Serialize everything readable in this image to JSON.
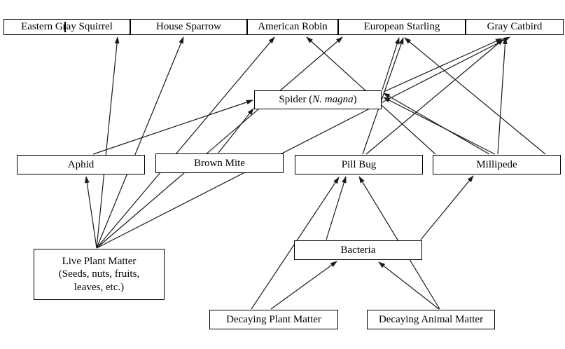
{
  "diagram": {
    "type": "food-web",
    "nodes": {
      "squirrel": {
        "label": "Eastern Gray Squirrel"
      },
      "sparrow": {
        "label": "House Sparrow"
      },
      "robin": {
        "label": "American Robin"
      },
      "starling": {
        "label": "European Starling"
      },
      "catbird": {
        "label": "Gray Catbird"
      },
      "spider": {
        "label": "Spider (N. magna)",
        "label_prefix": "Spider (",
        "label_italic": "N. magna",
        "label_suffix": ")"
      },
      "aphid": {
        "label": "Aphid"
      },
      "brown_mite": {
        "label": "Brown Mite"
      },
      "pill_bug": {
        "label": "Pill Bug"
      },
      "millipede": {
        "label": "Millipede"
      },
      "live_plant_matter": {
        "label": "Live Plant Matter (Seeds, nuts, fruits, leaves, etc.)",
        "lines": [
          "Live Plant Matter",
          "(Seeds, nuts, fruits,",
          "leaves, etc.)"
        ]
      },
      "bacteria": {
        "label": "Bacteria"
      },
      "decaying_plant_matter": {
        "label": "Decaying Plant Matter"
      },
      "decaying_animal_matter": {
        "label": "Decaying Animal Matter"
      }
    },
    "edges": [
      {
        "from": "live_plant_matter",
        "to": "aphid"
      },
      {
        "from": "live_plant_matter",
        "to": "squirrel"
      },
      {
        "from": "live_plant_matter",
        "to": "sparrow"
      },
      {
        "from": "live_plant_matter",
        "to": "robin"
      },
      {
        "from": "live_plant_matter",
        "to": "starling"
      },
      {
        "from": "live_plant_matter",
        "to": "catbird"
      },
      {
        "from": "aphid",
        "to": "spider"
      },
      {
        "from": "brown_mite",
        "to": "spider"
      },
      {
        "from": "spider",
        "to": "starling"
      },
      {
        "from": "spider",
        "to": "catbird"
      },
      {
        "from": "pill_bug",
        "to": "starling"
      },
      {
        "from": "pill_bug",
        "to": "catbird"
      },
      {
        "from": "millipede",
        "to": "spider"
      },
      {
        "from": "millipede",
        "to": "spider"
      },
      {
        "from": "millipede",
        "to": "robin"
      },
      {
        "from": "millipede",
        "to": "starling"
      },
      {
        "from": "millipede",
        "to": "catbird"
      },
      {
        "from": "bacteria",
        "to": "pill_bug"
      },
      {
        "from": "bacteria",
        "to": "millipede"
      },
      {
        "from": "decaying_plant_matter",
        "to": "pill_bug"
      },
      {
        "from": "decaying_plant_matter",
        "to": "bacteria"
      },
      {
        "from": "decaying_animal_matter",
        "to": "bacteria"
      },
      {
        "from": "decaying_animal_matter",
        "to": "pill_bug"
      }
    ],
    "line_color": "#1a1a1a"
  }
}
